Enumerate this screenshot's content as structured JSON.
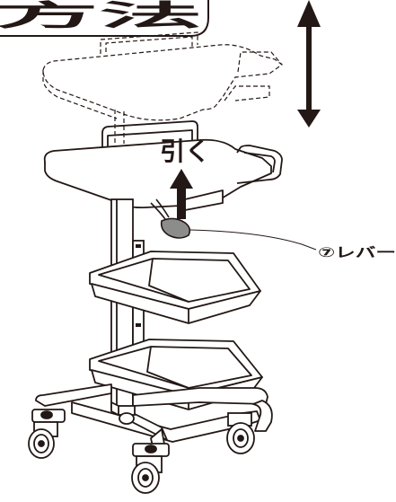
{
  "heading": {
    "text": "方法"
  },
  "instruction": {
    "text": "引く"
  },
  "lever_callout": {
    "text": "⑦レバー"
  }
}
